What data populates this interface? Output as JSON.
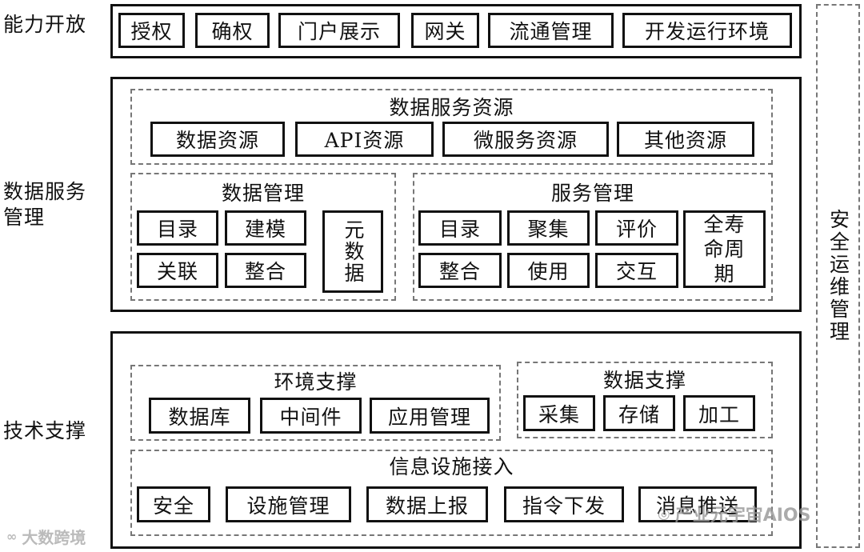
{
  "layers": {
    "capability_open": "能力开放",
    "data_service_mgmt_line1": "数据服务",
    "data_service_mgmt_line2": "管理",
    "tech_support": "技术支撑"
  },
  "capability_items": [
    "授权",
    "确权",
    "门户展示",
    "网关",
    "流通管理",
    "开发运行环境"
  ],
  "data_service_resources": {
    "title": "数据服务资源",
    "items": [
      "数据资源",
      "API资源",
      "微服务资源",
      "其他资源"
    ]
  },
  "data_management": {
    "title": "数据管理",
    "items": [
      "目录",
      "建模",
      "关联",
      "整合"
    ],
    "metadata": "元数据"
  },
  "service_management": {
    "title": "服务管理",
    "items": [
      "目录",
      "聚集",
      "评价",
      "整合",
      "使用",
      "交互"
    ],
    "lifecycle": "全寿命周期"
  },
  "environment_support": {
    "title": "环境支撑",
    "items": [
      "数据库",
      "中间件",
      "应用管理"
    ]
  },
  "data_support": {
    "title": "数据支撑",
    "items": [
      "采集",
      "存储",
      "加工"
    ]
  },
  "infrastructure_access": {
    "title": "信息设施接入",
    "items": [
      "安全",
      "设施管理",
      "数据上报",
      "指令下发",
      "消息推送"
    ]
  },
  "security_ops": "安全运维管理",
  "watermarks": {
    "left": "大数跨境",
    "right": "产业元宇宙AIOS"
  }
}
